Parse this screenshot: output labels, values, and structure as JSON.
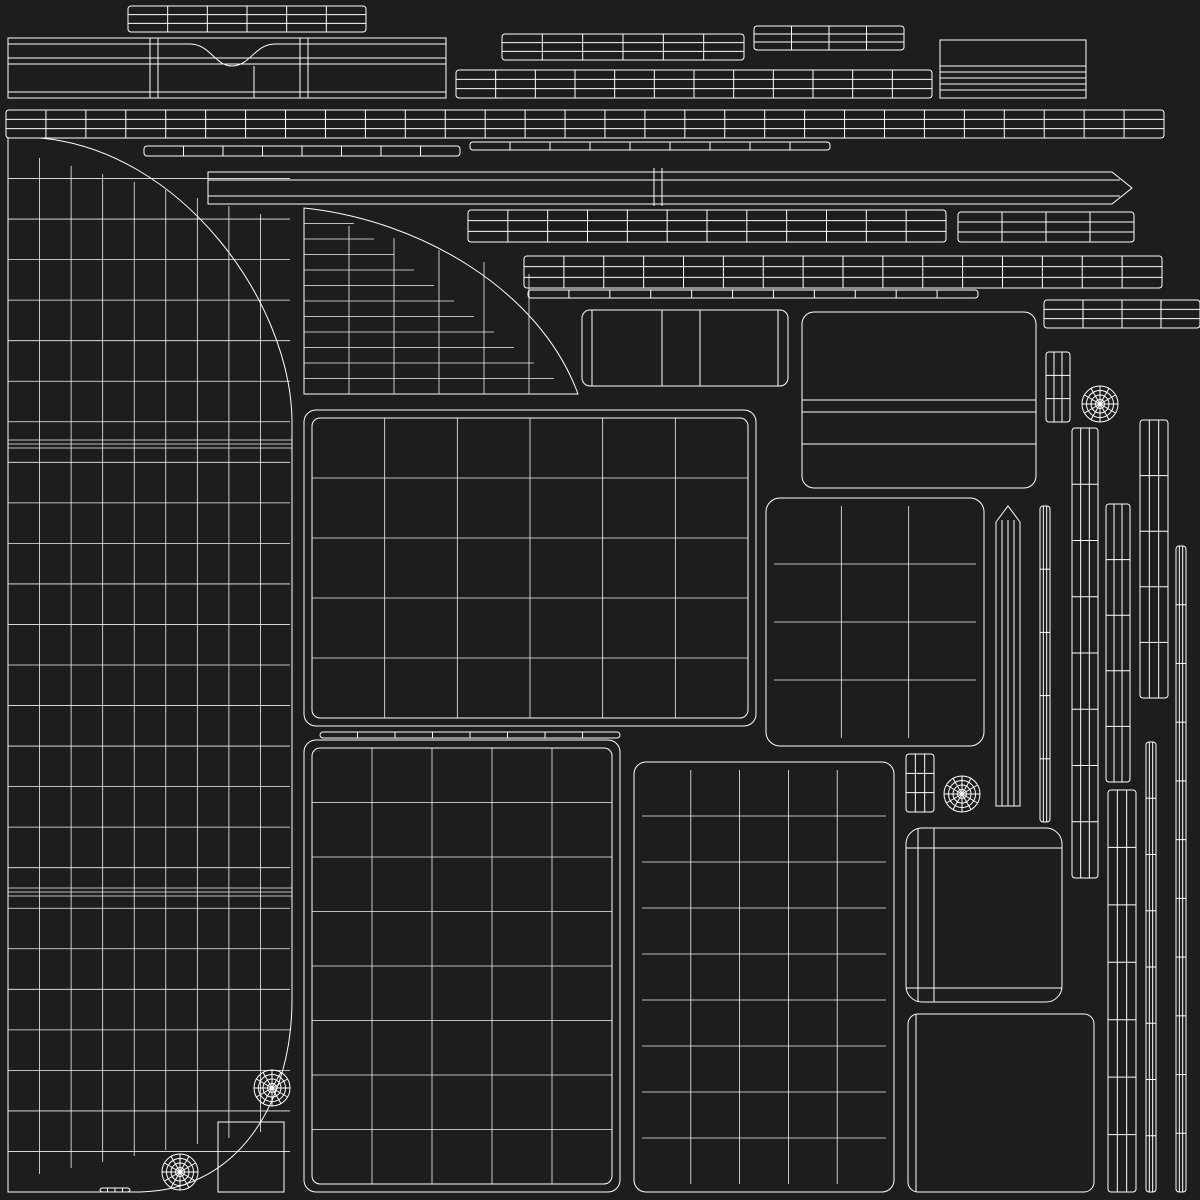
{
  "texture": {
    "background": "#1d1d1d",
    "wire_color": "#ffffff"
  },
  "islands": [
    {
      "kind": "half-disc",
      "cols": 9,
      "rows": 26
    },
    {
      "kind": "quarter-disc",
      "cols": 6,
      "rows": 12
    },
    {
      "kind": "panel",
      "cols": 6,
      "rows": 5
    },
    {
      "kind": "panel",
      "cols": 5,
      "rows": 8
    },
    {
      "kind": "panel",
      "cols": 5,
      "rows": 9
    },
    {
      "kind": "panel",
      "cols": 3,
      "rows": 4
    },
    {
      "kind": "panel",
      "cols": 2,
      "rows": 3
    },
    {
      "kind": "panel",
      "cols": 2,
      "rows": 2
    },
    {
      "kind": "panel",
      "cols": 3,
      "rows": 1
    },
    {
      "kind": "panel",
      "cols": 1,
      "rows": 6
    },
    {
      "kind": "strip",
      "count": 14
    },
    {
      "kind": "rod",
      "count": 6
    },
    {
      "kind": "disc",
      "count": 4
    }
  ]
}
